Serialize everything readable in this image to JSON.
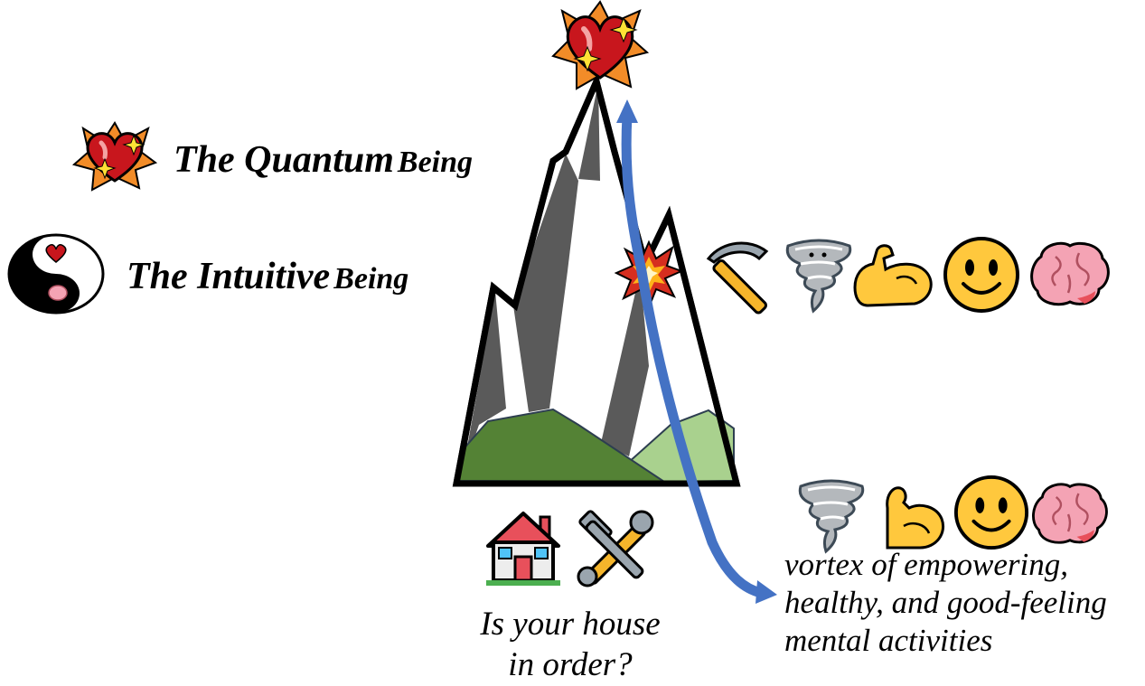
{
  "legend": {
    "quantum": {
      "main": "The Quantum",
      "suffix": "Being",
      "icon": "sparkling-heart"
    },
    "intuitive": {
      "main": "The Intuitive",
      "suffix": "Being",
      "icon": "yin-yang-heart-brain"
    }
  },
  "summit_icon": "sparkling-heart",
  "mid_icons": [
    "collision",
    "pick",
    "tornado",
    "flexed-biceps",
    "smiling-face",
    "brain"
  ],
  "base_icons": [
    "house",
    "hammer-and-wrench"
  ],
  "base_caption": {
    "line1": "Is your house",
    "line2": "in order?"
  },
  "vortex_icons": [
    "tornado",
    "flexed-biceps",
    "smiling-face",
    "brain"
  ],
  "vortex_caption": {
    "line1": "vortex of empowering,",
    "line2": "healthy, and good-feeling",
    "line3": "mental activities"
  },
  "colors": {
    "arrow": "#4472C4",
    "heart": "#C8161D",
    "rock": "#5a5a5a",
    "hill_dark": "#548235",
    "hill_light": "#A9D18E"
  }
}
